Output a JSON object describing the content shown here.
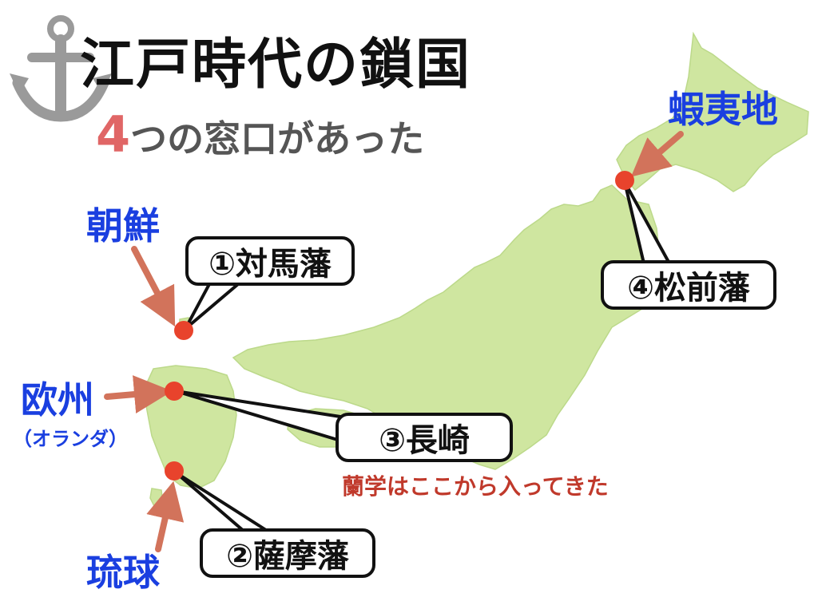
{
  "title": "江戸時代の鎖国",
  "subtitle": {
    "number": "4",
    "text": "つの窓口があった"
  },
  "icons": {
    "anchor": "anchor-icon"
  },
  "regions": {
    "korea": "朝鮮",
    "europe": "欧州",
    "europe_sub": "（オランダ）",
    "ryukyu": "琉球",
    "ezo": "蝦夷地"
  },
  "windows": [
    {
      "label": "①対馬藩"
    },
    {
      "label": "②薩摩藩"
    },
    {
      "label": "③長崎"
    },
    {
      "label": "④松前藩"
    }
  ],
  "note": "蘭学はここから入ってきた",
  "colors": {
    "land": "#cfe6a0",
    "marker": "#e8432c",
    "arrow": "#d2735b",
    "region_text": "#1a3fe0",
    "accent_number": "#e06666",
    "note_text": "#c0392b"
  }
}
